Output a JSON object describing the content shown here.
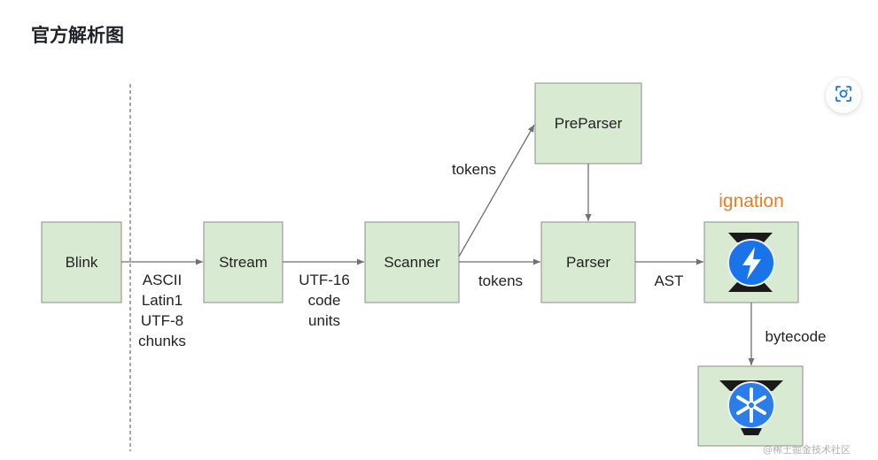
{
  "page": {
    "heading": "官方解析图",
    "watermark": "@稀土掘金技术社区"
  },
  "toolbar": {
    "scan_icon": "image-scan-icon"
  },
  "diagram": {
    "colors": {
      "node_fill": "#d9ead3",
      "node_border": "#8c8c8c",
      "edge": "#707070",
      "accent": "#f07c1c",
      "ignition_logo": "#1a73e8",
      "turbofan_logo": "#2b7de9"
    },
    "nodes": {
      "blink": "Blink",
      "stream": "Stream",
      "scanner": "Scanner",
      "preparser": "PreParser",
      "parser": "Parser"
    },
    "ignition_title": "ignation",
    "edges": {
      "blink_stream": [
        "ASCII",
        "Latin1",
        "UTF-8",
        "chunks"
      ],
      "stream_scanner": [
        "UTF-16",
        "code",
        "units"
      ],
      "scanner_preparser": "tokens",
      "scanner_parser": "tokens",
      "parser_ignition": "AST",
      "ignition_turbofan": "bytecode"
    },
    "icons": {
      "ignition": "ignition-logo-icon",
      "turbofan": "turbofan-logo-icon"
    }
  }
}
